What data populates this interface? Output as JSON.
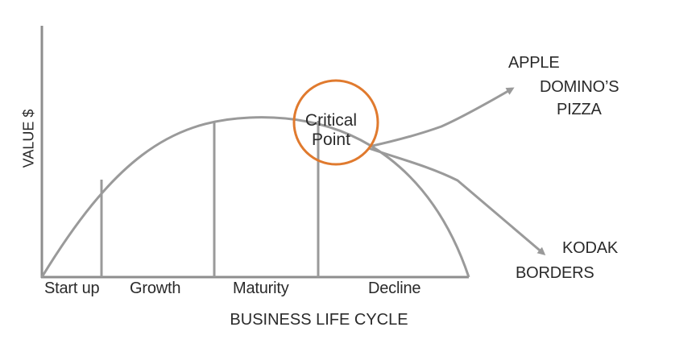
{
  "axes": {
    "y_label": "VALUE $",
    "x_label": "BUSINESS LIFE CYCLE"
  },
  "stages": [
    "Start up",
    "Growth",
    "Maturity",
    "Decline"
  ],
  "critical_point": {
    "line1": "Critical",
    "line2": "Point"
  },
  "upward_companies": {
    "apple": "APPLE",
    "dominos_line1": "DOMINO’S",
    "dominos_line2": "PIZZA"
  },
  "downward_companies": {
    "kodak": "KODAK",
    "borders": "BORDERS"
  },
  "colors": {
    "line": "#9a9a9a",
    "axis": "#8e8e8e",
    "highlight": "#e07a2e",
    "text": "#2a2a2a"
  }
}
